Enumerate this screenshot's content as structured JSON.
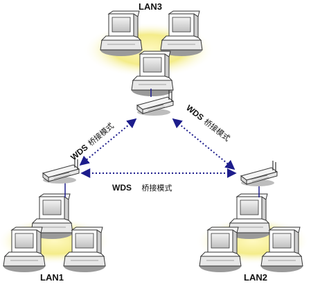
{
  "lans": {
    "lan1": "LAN1",
    "lan2": "LAN2",
    "lan3": "LAN3"
  },
  "links": {
    "left": {
      "tag": "WDS",
      "mode": "桥接模式"
    },
    "right": {
      "tag": "WDS",
      "mode": "桥接模式"
    },
    "bottom": {
      "tag": "WDS",
      "mode": "桥接模式"
    }
  },
  "colors": {
    "glow": "#f4ec8a",
    "link": "#1d1d8c",
    "device": "#ffffff",
    "outline": "#333333"
  }
}
